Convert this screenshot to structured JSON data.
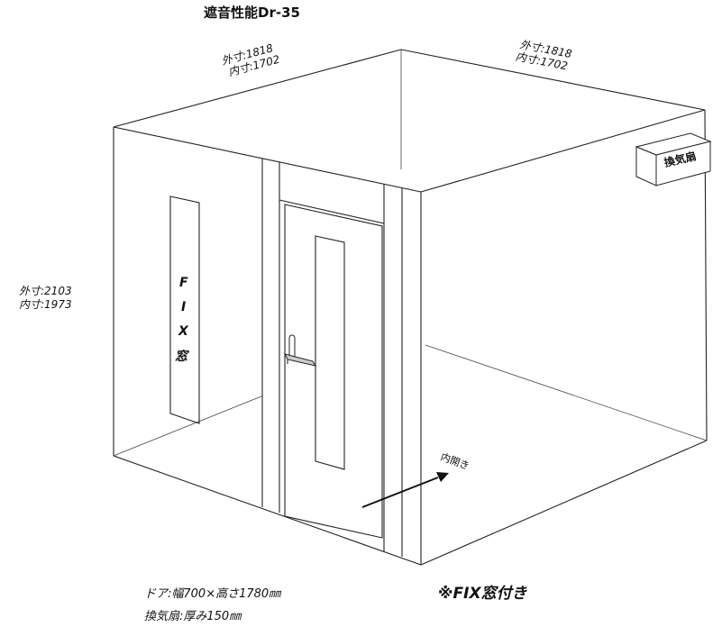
{
  "title": "遮音性能Dr-35",
  "dimensions": {
    "front_width": {
      "outer": "外寸:1818",
      "inner": "内寸:1702"
    },
    "side_depth": {
      "outer": "外寸:1818",
      "inner": "内寸:1702"
    },
    "height": {
      "outer": "外寸:2103",
      "inner": "内寸:1973"
    }
  },
  "fan_label": "換気扇",
  "fix_window_label": [
    "F",
    "I",
    "X",
    "窓"
  ],
  "open_direction_label": "内開き",
  "notes": {
    "door": "ドア:幅700×高さ1780㎜",
    "fan": "換気扇:厚み150㎜"
  },
  "fix_note": "※FIX窓付き",
  "colors": {
    "line": "#222222",
    "background": "#ffffff",
    "text": "#111111"
  }
}
